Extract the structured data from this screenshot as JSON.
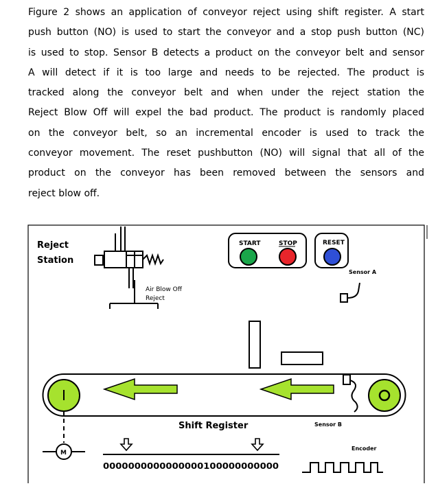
{
  "paragraph_lines": [
    "Figure 2 shows an application of conveyor reject using shift register. A start",
    "push button (NO) is used to start the conveyor and a stop push button (NC)",
    "is used to stop. Sensor B detects a product on the conveyor belt and sensor",
    "A will detect if it is too large and needs to be rejected. The product is",
    "tracked along the conveyor belt and when under the reject station the",
    "Reject Blow Off will expel the bad product. The product is randomly placed",
    "on the conveyor belt, so an incremental encoder is used to track the",
    "conveyor movement. The reset pushbutton (NO) will signal that all of the",
    "product on the conveyor has been removed between the sensors and",
    "reject blow off."
  ],
  "diagram": {
    "reject_station_line1": "Reject",
    "reject_station_line2": "Station",
    "air_blow_off_line1": "Air Blow Off",
    "air_blow_off_line2": "Reject",
    "start_label": "START",
    "stop_label": "STOP",
    "reset_label": "RESET",
    "sensor_a_label": "Sensor A",
    "sensor_b_label": "Sensor B",
    "shift_register_label": "Shift Register",
    "encoder_label": "Encoder",
    "motor_label": "M",
    "shift_register_bits": "0000000000000000100000000000",
    "colors": {
      "start": "#1aa64a",
      "stop": "#e8252b",
      "reset": "#2f4fd6",
      "roller": "#a6e22e",
      "arrow": "#a6e22e"
    }
  }
}
